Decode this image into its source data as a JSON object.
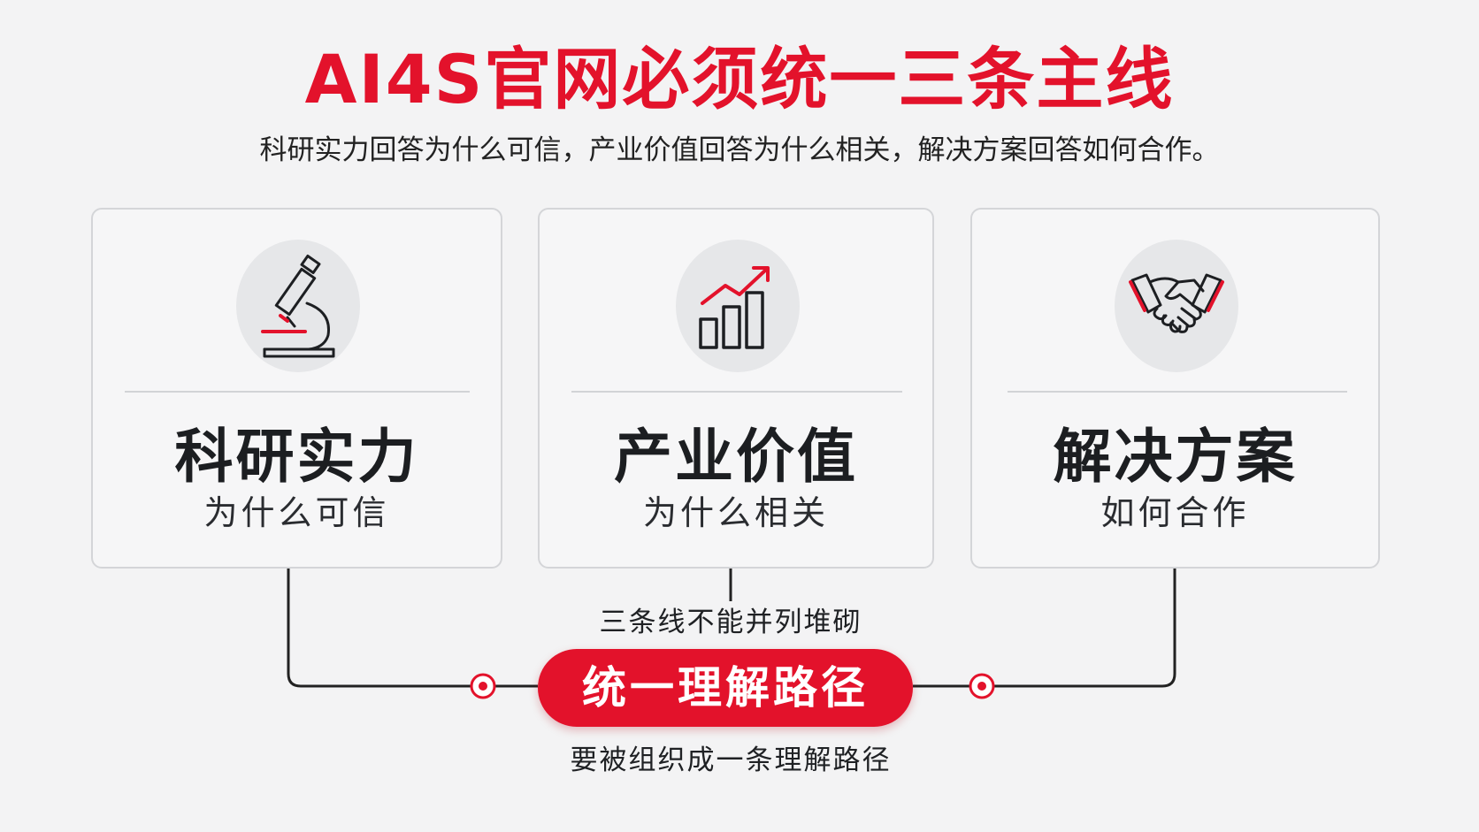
{
  "title": "AI4S官网必须统一三条主线",
  "subtitle": "科研实力回答为什么可信，产业价值回答为什么相关，解决方案回答如何合作。",
  "cards": [
    {
      "title": "科研实力",
      "subtitle": "为什么可信",
      "icon": "microscope-icon"
    },
    {
      "title": "产业价值",
      "subtitle": "为什么相关",
      "icon": "growth-chart-icon"
    },
    {
      "title": "解决方案",
      "subtitle": "如何合作",
      "icon": "handshake-icon"
    }
  ],
  "connector_note": "三条线不能并列堆砌",
  "center_pill": "统一理解路径",
  "bottom_note": "要被组织成一条理解路径",
  "colors": {
    "accent": "#e3122b",
    "ink": "#1d1f22",
    "background": "#f3f3f4"
  }
}
